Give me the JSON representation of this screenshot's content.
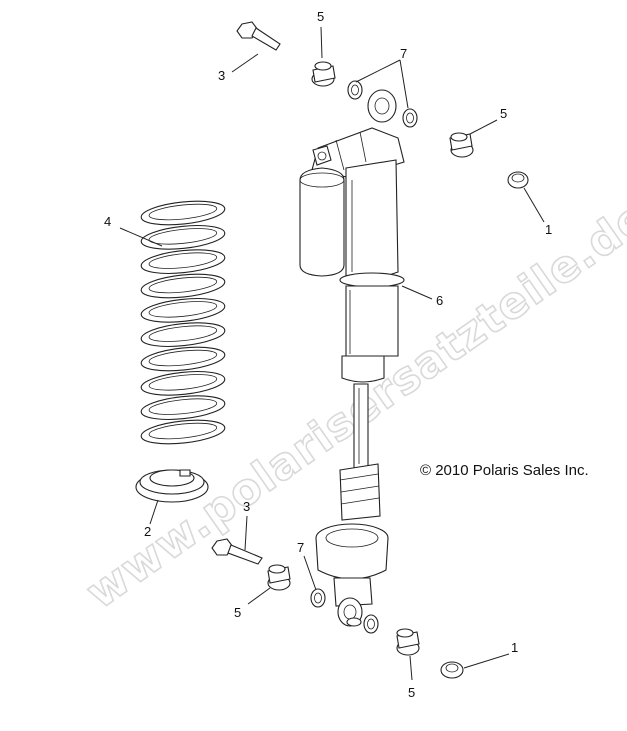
{
  "watermark": "www.polarisersatzteile.de",
  "copyright": "© 2010 Polaris Sales Inc.",
  "callouts": {
    "bolt_upper": "3",
    "nut_upper": "5",
    "oring_upper": "7",
    "nut_right": "5",
    "washer_right": "1",
    "spring": "4",
    "shock_body": "6",
    "spring_retainer": "2",
    "bolt_lower": "3",
    "oring_lower": "7",
    "nut_lower_left": "5",
    "washer_lower": "1",
    "nut_lower": "5"
  },
  "icons": {
    "shock_absorber": "shock-absorber-icon",
    "coil_spring": "coil-spring-icon",
    "bolt": "bolt-icon",
    "nut": "flange-nut-icon",
    "washer": "washer-icon",
    "o_ring": "o-ring-icon"
  }
}
